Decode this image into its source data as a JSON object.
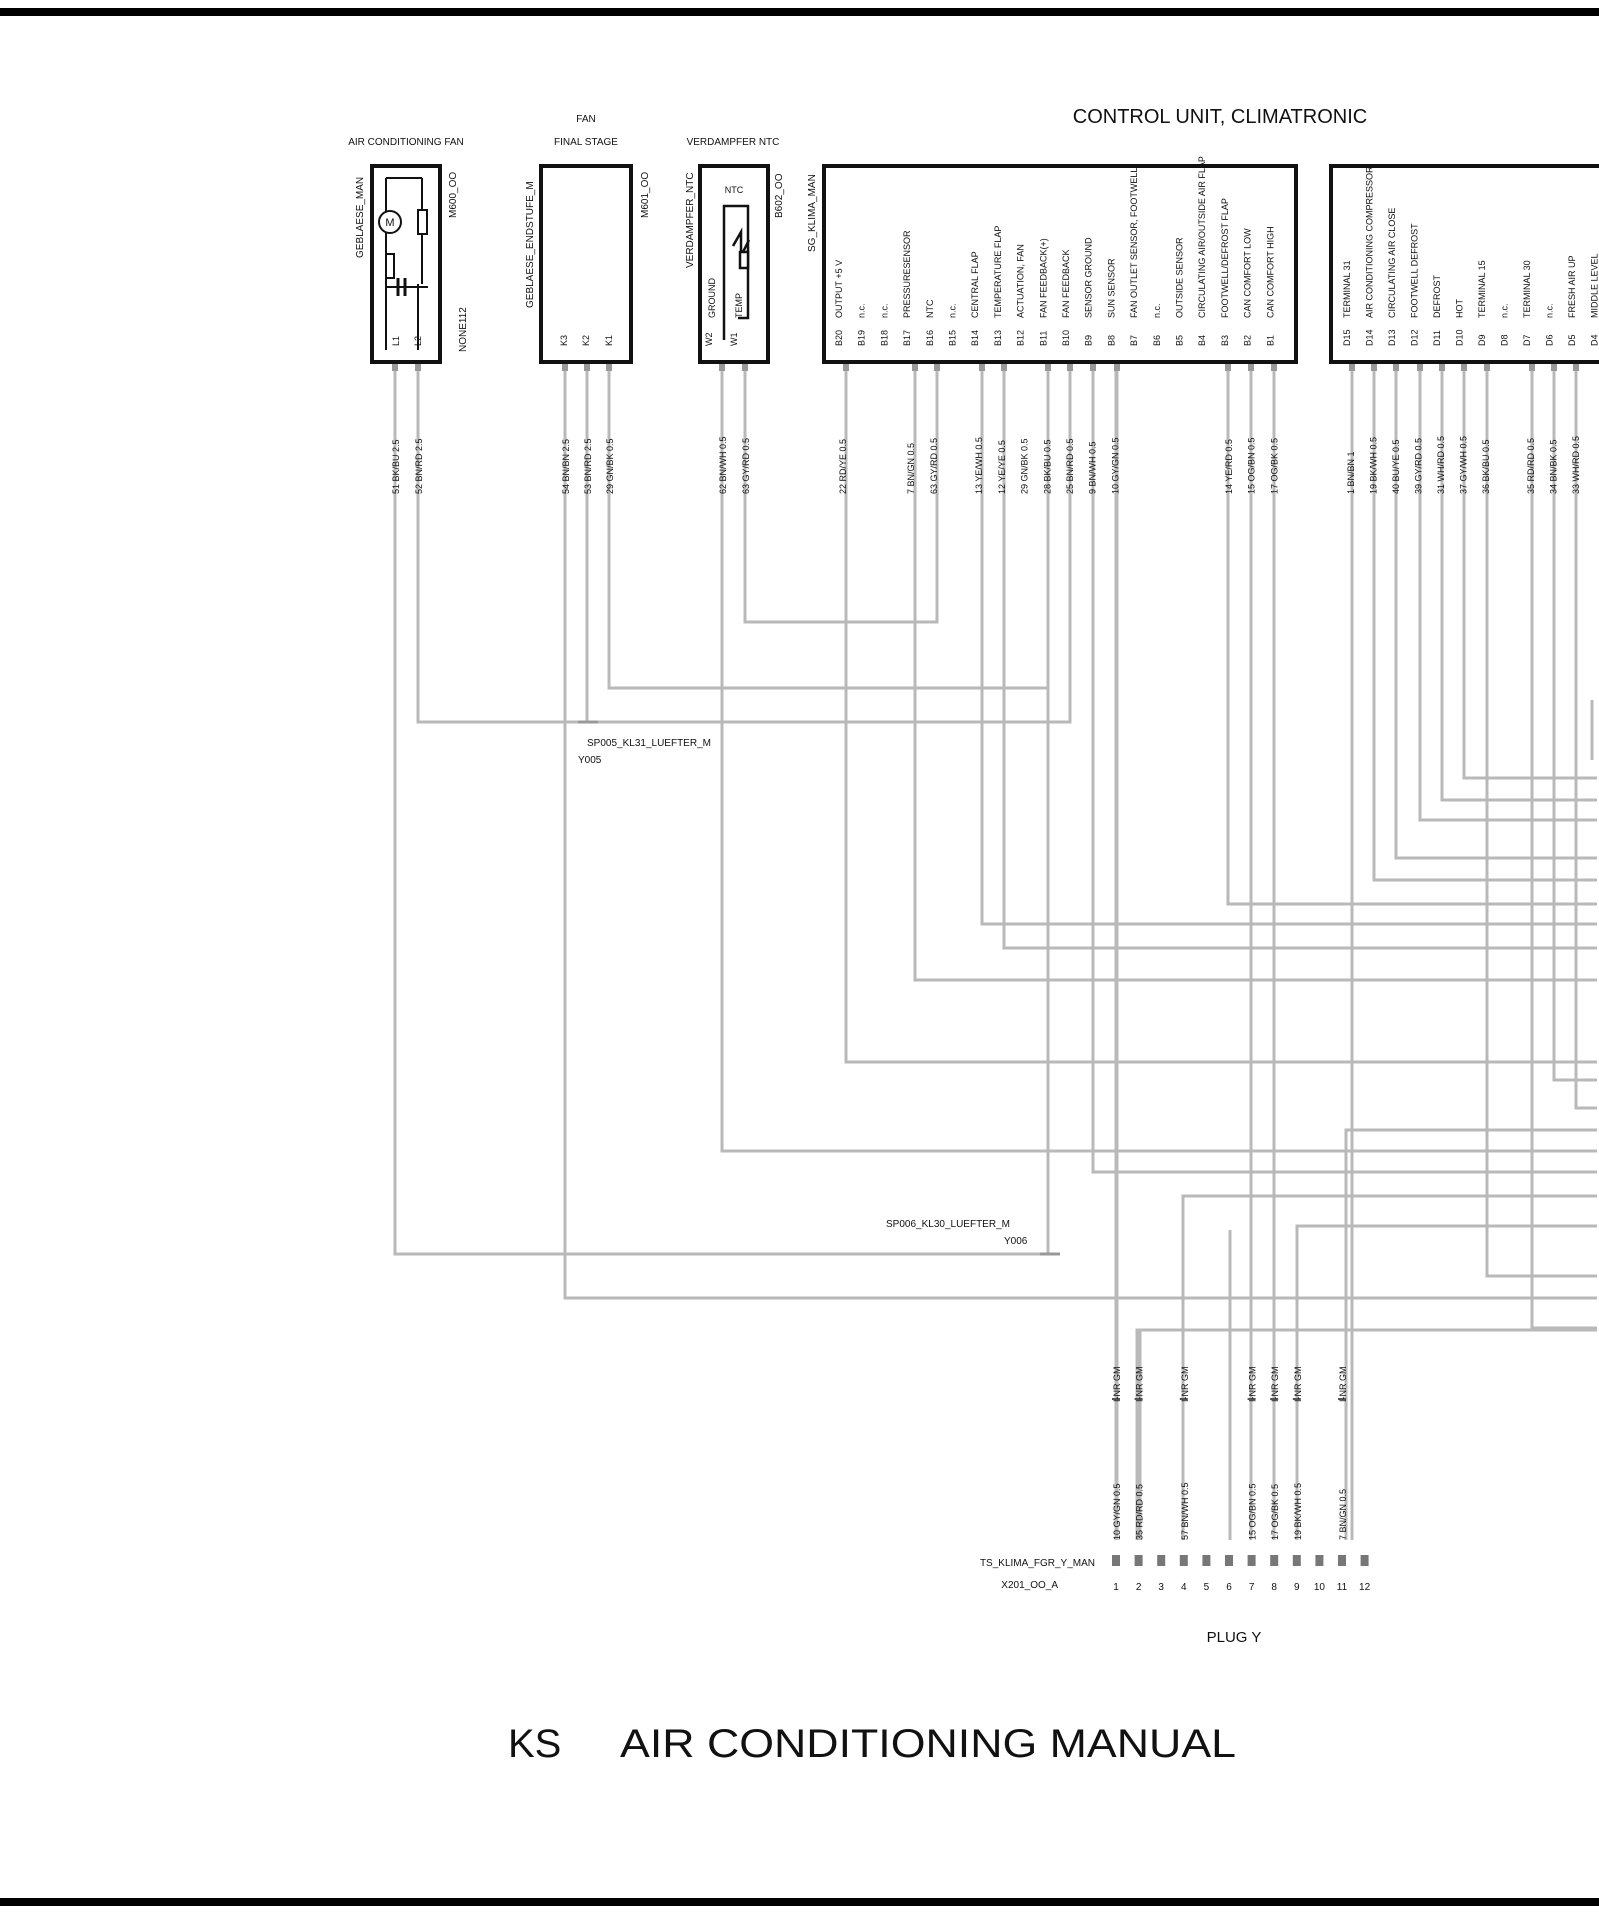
{
  "title": {
    "code": "KS",
    "text": "AIR CONDITIONING MANUAL"
  },
  "components": [
    {
      "id": "fan",
      "caption": [
        "AIR CONDITIONING FAN"
      ],
      "name": "GEBLAESE_MAN",
      "ref": "M600_OO",
      "extra": "NONE112",
      "pins": [
        "L1",
        "L2"
      ],
      "wires": [
        "51 BK/BU 2.5",
        "52 BN/RD 2.5"
      ]
    },
    {
      "id": "final",
      "caption": [
        "FAN",
        "FINAL STAGE"
      ],
      "name": "GEBLAESE_ENDSTUFE_M",
      "ref": "M601_OO",
      "pins": [
        "K3",
        "K2",
        "K1"
      ],
      "wires": [
        "54 BN/BN 2.5",
        "53 BN/RD 2.5",
        "29 GN/BK 0.5"
      ]
    },
    {
      "id": "ntc",
      "caption": [
        "VERDAMPFER NTC"
      ],
      "name": "VERDAMPFER_NTC",
      "ref": "B602_OO",
      "inner": "NTC",
      "pins": [
        "W2",
        "W1"
      ],
      "pinLabels": [
        "GROUND",
        "TEMP"
      ],
      "wires": [
        "62 BN/WH 0.5",
        "63 GY/RD 0.5"
      ]
    }
  ],
  "control": {
    "title": "CONTROL UNIT, CLIMATRONIC",
    "name": "SG_KLIMA_MAN",
    "pinsB": [
      {
        "pin": "B20",
        "label": "OUTPUT +5 V",
        "wire": "22 RD/YE 0.5"
      },
      {
        "pin": "B19",
        "label": "n.c."
      },
      {
        "pin": "B18",
        "label": "n.c."
      },
      {
        "pin": "B17",
        "label": "PRESSURESENSOR",
        "wire": "7 BN/GN 0.5"
      },
      {
        "pin": "B16",
        "label": "NTC",
        "wire": "63 GY/RD 0.5"
      },
      {
        "pin": "B15",
        "label": "n.c."
      },
      {
        "pin": "B14",
        "label": "CENTRAL FLAP",
        "wire": "13 YE/WH 0.5"
      },
      {
        "pin": "B13",
        "label": "TEMPERATURE  FLAP",
        "wire": "12 YE/YE 0.5"
      },
      {
        "pin": "B12",
        "label": "ACTUATION, FAN",
        "wire": "29 GN/BK 0.5"
      },
      {
        "pin": "B11",
        "label": "FAN FEEDBACK(+)",
        "wire": "28 BK/BU 0.5"
      },
      {
        "pin": "B10",
        "label": "FAN FEEDBACK",
        "wire": "25 BN/RD 0.5"
      },
      {
        "pin": "B9",
        "label": "SENSOR GROUND",
        "wire": "9 BN/WH 0.5"
      },
      {
        "pin": "B8",
        "label": "SUN SENSOR",
        "wire": "10 GY/GN 0.5"
      },
      {
        "pin": "B7",
        "label": "FAN OUTLET SENSOR, FOOTWELL"
      },
      {
        "pin": "B6",
        "label": "n.c."
      },
      {
        "pin": "B5",
        "label": "OUTSIDE SENSOR"
      },
      {
        "pin": "B4",
        "label": "CIRCULATING AIR/OUTSIDE AIR FLAP"
      },
      {
        "pin": "B3",
        "label": "FOOTWELL/DEFROST  FLAP",
        "wire": "14 YE/RD 0.5"
      },
      {
        "pin": "B2",
        "label": "CAN COMFORT LOW",
        "wire": "15 OG/BN 0.5"
      },
      {
        "pin": "B1",
        "label": "CAN COMFORT HIGH",
        "wire": "17 OG/BK 0.5"
      }
    ],
    "pinsD": [
      {
        "pin": "D15",
        "label": "TERMINAL 31",
        "wire": "1 BN/BN 1"
      },
      {
        "pin": "D14",
        "label": "AIR CONDITIONING COMPRESSOR",
        "wire": "19 BK/WH 0.5"
      },
      {
        "pin": "D13",
        "label": "CIRCULATING AIR  CLOSE",
        "wire": "40 BU/YE 0.5"
      },
      {
        "pin": "D12",
        "label": "FOOTWELL   DEFROST",
        "wire": "39 GY/RD 0.5"
      },
      {
        "pin": "D11",
        "label": "DEFROST",
        "wire": "31 WH/RD 0.5"
      },
      {
        "pin": "D10",
        "label": "HOT",
        "wire": "37 GY/WH 0.5"
      },
      {
        "pin": "D9",
        "label": "TERMINAL 15",
        "wire": "36 BK/BU 0.5"
      },
      {
        "pin": "D8",
        "label": "n.c."
      },
      {
        "pin": "D7",
        "label": "TERMINAL 30",
        "wire": "35 RD/RD 0.5"
      },
      {
        "pin": "D6",
        "label": "n.c.",
        "wire": "34 BN/BK 0.5"
      },
      {
        "pin": "D5",
        "label": "FRESH AIR     UP",
        "wire": "33 WH/RD 0.5"
      },
      {
        "pin": "D4",
        "label": "MIDDLE LEVEL"
      }
    ]
  },
  "splices": [
    {
      "name": "SP005_KL31_LUEFTER_M",
      "ref": "Y005"
    },
    {
      "name": "SP006_KL30_LUEFTER_M",
      "ref": "Y006"
    }
  ],
  "plug": {
    "name": "TS_KLIMA_FGR_Y_MAN",
    "ref": "X201_OO_A",
    "title": "PLUG Y",
    "pins": [
      "1",
      "2",
      "3",
      "4",
      "5",
      "6",
      "7",
      "8",
      "9",
      "10",
      "11",
      "12"
    ],
    "inline": "I-NR GM",
    "wires": [
      {
        "pin": "1",
        "wire": "10 GY/GN 0.5"
      },
      {
        "pin": "2",
        "wire": "35 RD/RD 0.5"
      },
      {
        "pin": "4",
        "wire": "57 BN/WH 0.5"
      },
      {
        "pin": "7",
        "wire": "15 OG/BN 0.5"
      },
      {
        "pin": "8",
        "wire": "17 OG/BK 0.5"
      },
      {
        "pin": "9",
        "wire": "19 BK/WH 0.5"
      },
      {
        "pin": "11",
        "wire": "7 BN/GN 0.5"
      }
    ]
  }
}
